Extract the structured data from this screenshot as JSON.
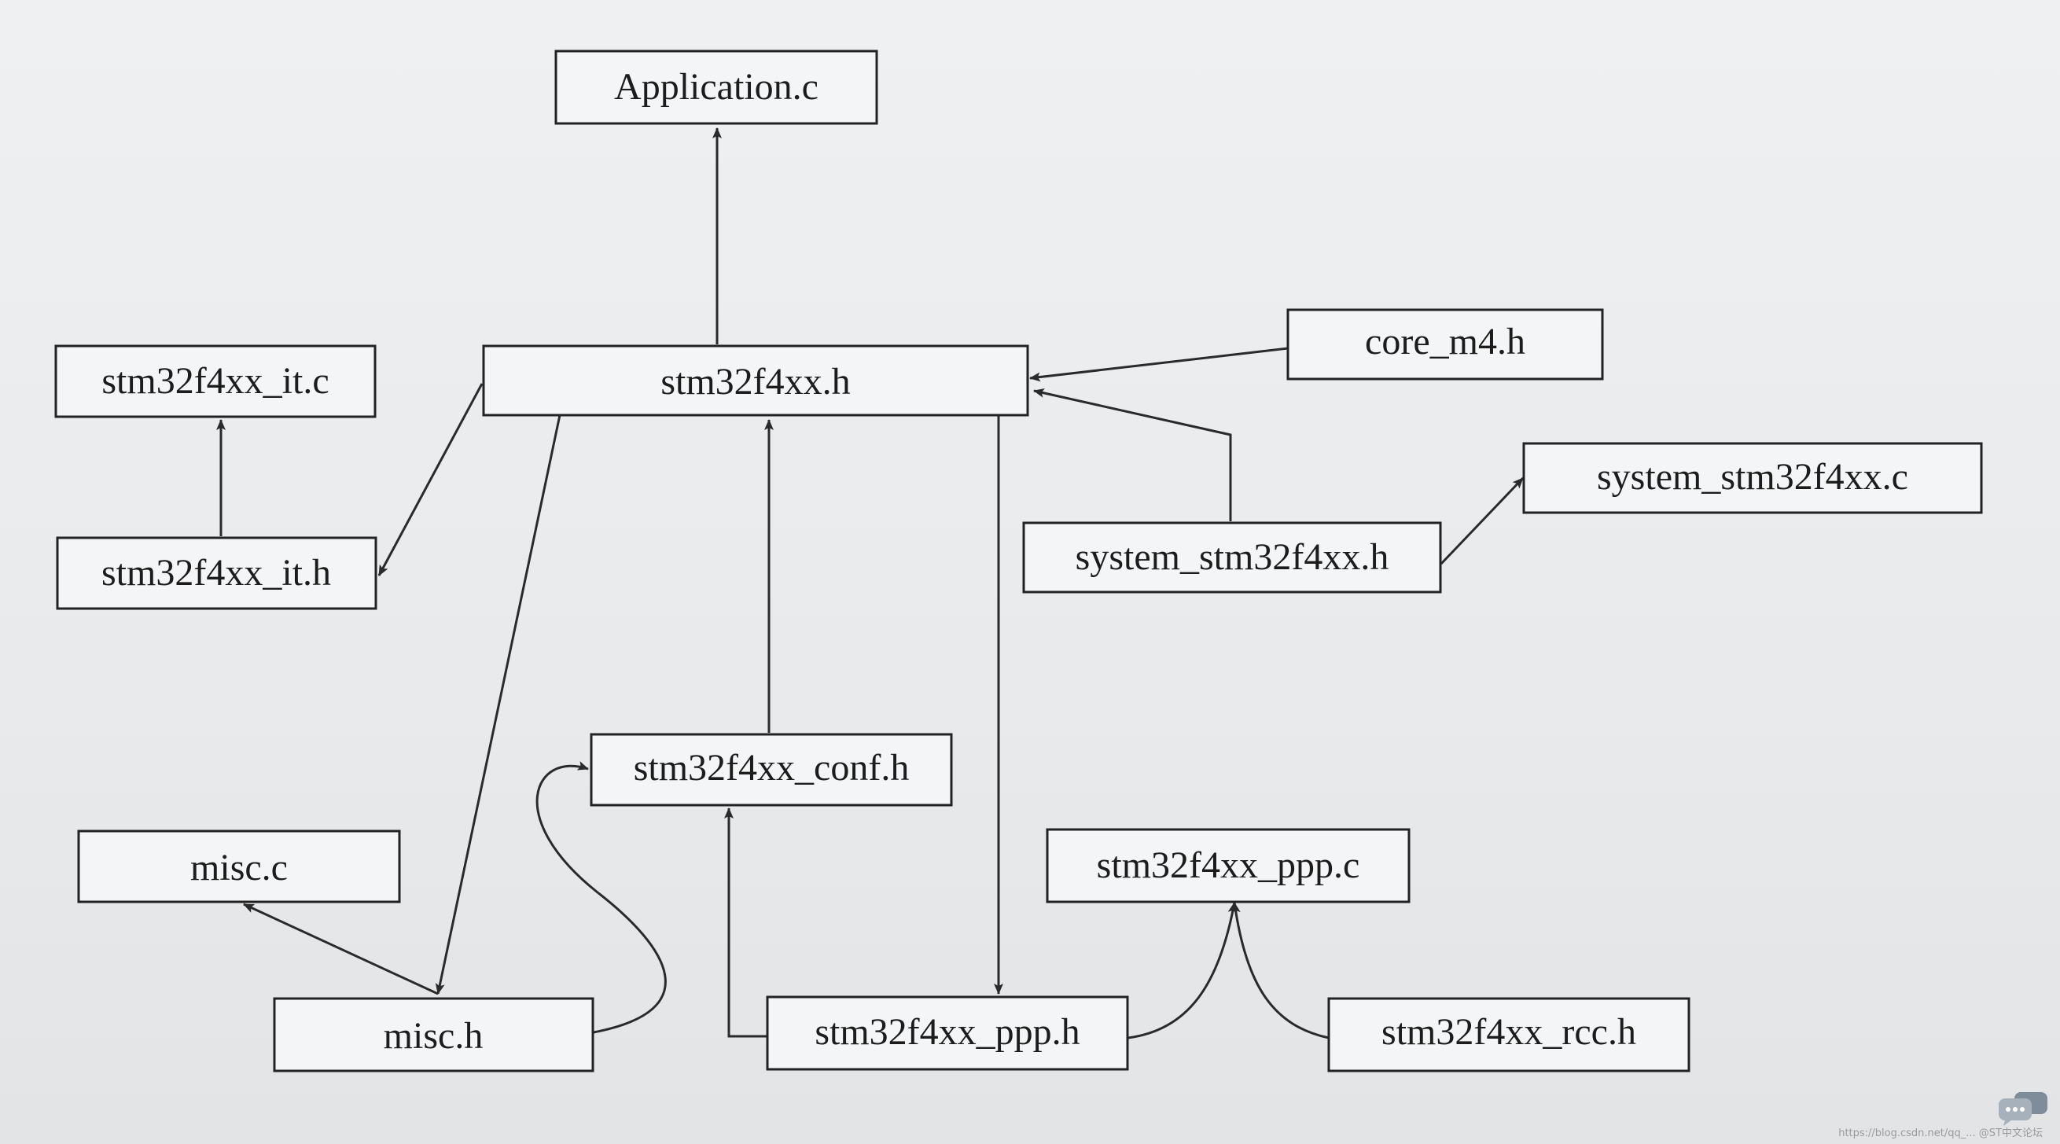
{
  "diagram": {
    "nodes": [
      {
        "id": "application_c",
        "label": "Application.c"
      },
      {
        "id": "stm32f4xx_it_c",
        "label": "stm32f4xx_it.c"
      },
      {
        "id": "stm32f4xx_h",
        "label": "stm32f4xx.h"
      },
      {
        "id": "core_m4_h",
        "label": "core_m4.h"
      },
      {
        "id": "system_stm32f4xx_c",
        "label": "system_stm32f4xx.c"
      },
      {
        "id": "stm32f4xx_it_h",
        "label": "stm32f4xx_it.h"
      },
      {
        "id": "system_stm32f4xx_h",
        "label": "system_stm32f4xx.h"
      },
      {
        "id": "stm32f4xx_conf_h",
        "label": "stm32f4xx_conf.h"
      },
      {
        "id": "misc_c",
        "label": "misc.c"
      },
      {
        "id": "stm32f4xx_ppp_c",
        "label": "stm32f4xx_ppp.c"
      },
      {
        "id": "misc_h",
        "label": "misc.h"
      },
      {
        "id": "stm32f4xx_ppp_h",
        "label": "stm32f4xx_ppp.h"
      },
      {
        "id": "stm32f4xx_rcc_h",
        "label": "stm32f4xx_rcc.h"
      }
    ],
    "edges": [
      {
        "from": "stm32f4xx_h",
        "to": "application_c"
      },
      {
        "from": "stm32f4xx_it_h",
        "to": "stm32f4xx_it_c"
      },
      {
        "from": "stm32f4xx_h",
        "to": "stm32f4xx_it_h"
      },
      {
        "from": "stm32f4xx_h",
        "to": "misc_h"
      },
      {
        "from": "stm32f4xx_conf_h",
        "to": "stm32f4xx_h"
      },
      {
        "from": "stm32f4xx_h",
        "to": "stm32f4xx_ppp_h"
      },
      {
        "from": "core_m4_h",
        "to": "stm32f4xx_h"
      },
      {
        "from": "system_stm32f4xx_h",
        "to": "stm32f4xx_h"
      },
      {
        "from": "system_stm32f4xx_h",
        "to": "system_stm32f4xx_c"
      },
      {
        "from": "misc_h",
        "to": "stm32f4xx_conf_h"
      },
      {
        "from": "stm32f4xx_ppp_h",
        "to": "stm32f4xx_conf_h"
      },
      {
        "from": "misc_h",
        "to": "misc_c"
      },
      {
        "from": "stm32f4xx_ppp_h",
        "to": "stm32f4xx_ppp_c"
      },
      {
        "from": "stm32f4xx_rcc_h",
        "to": "stm32f4xx_ppp_c"
      }
    ]
  },
  "watermark": "https://blog.csdn.net/qq_... @ST中文论坛",
  "colors": {
    "background": "#eceef0",
    "line": "#2a2a2a",
    "box_fill": "#f4f5f6"
  },
  "icons": {
    "chat": "chat-bubble-icon"
  }
}
